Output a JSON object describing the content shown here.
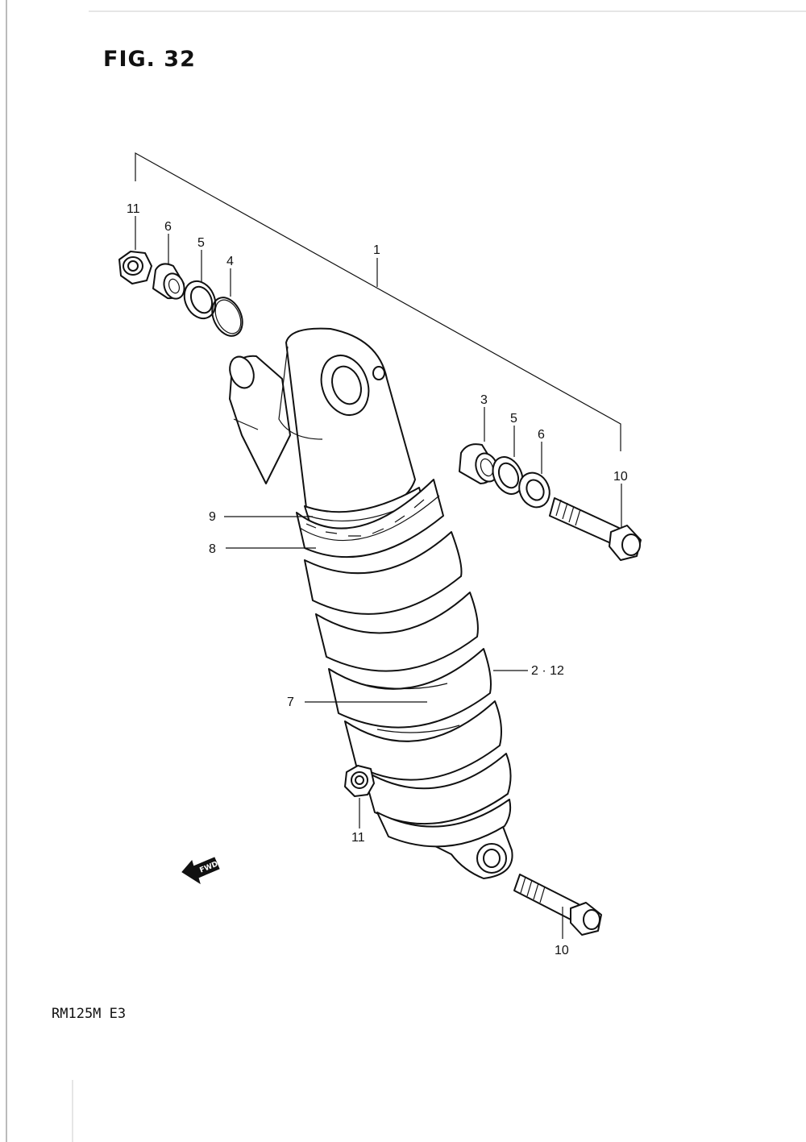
{
  "page": {
    "figure_title": "FIG. 32",
    "model_code": "RM125M  E3",
    "fwd_label": "FWD"
  },
  "callouts": {
    "c1": "1",
    "c2_12": "2 · 12",
    "c3": "3",
    "c4": "4",
    "c5_top": "5",
    "c5_right": "5",
    "c6_top": "6",
    "c6_right": "6",
    "c7": "7",
    "c8": "8",
    "c9": "9",
    "c10_right": "10",
    "c10_bottom": "10",
    "c11_top": "11",
    "c11_bottom": "11"
  }
}
